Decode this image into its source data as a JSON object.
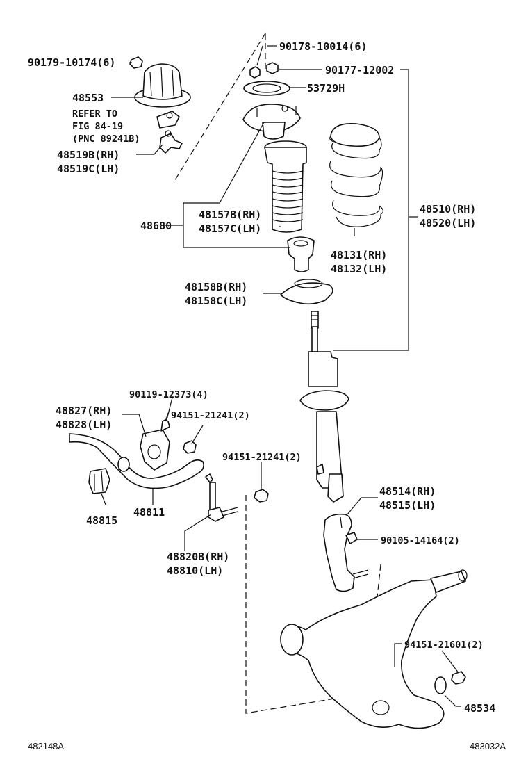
{
  "labels": {
    "p90179": "90179-10174(6)",
    "p48553": "48553",
    "refer1": "REFER TO",
    "refer2": "FIG 84-19",
    "refer3": "(PNC 89241B)",
    "p48519b": "48519B(RH)",
    "p48519c": "48519C(LH)",
    "p90178": "90178-10014(6)",
    "p90177": "90177-12002",
    "p53729h": "53729H",
    "p48680": "48680",
    "p48157b": "48157B(RH)",
    "p48157c": "48157C(LH)",
    "p48510": "48510(RH)",
    "p48520": "48520(LH)",
    "p48131": "48131(RH)",
    "p48132": "48132(LH)",
    "p48158b": "48158B(RH)",
    "p48158c": "48158C(LH)",
    "p90119": "90119-12373(4)",
    "p48827": "48827(RH)",
    "p48828": "48828(LH)",
    "p94151a": "94151-21241(2)",
    "p94151b": "94151-21241(2)",
    "p48815": "48815",
    "p48811": "48811",
    "p48820b": "48820B(RH)",
    "p48810": "48810(LH)",
    "p48514": "48514(RH)",
    "p48515": "48515(LH)",
    "p90105": "90105-14164(2)",
    "p94151c": "94151-21601(2)",
    "p48534": "48534"
  },
  "footer": {
    "left_code": "482148A",
    "right_code": "483032A"
  }
}
